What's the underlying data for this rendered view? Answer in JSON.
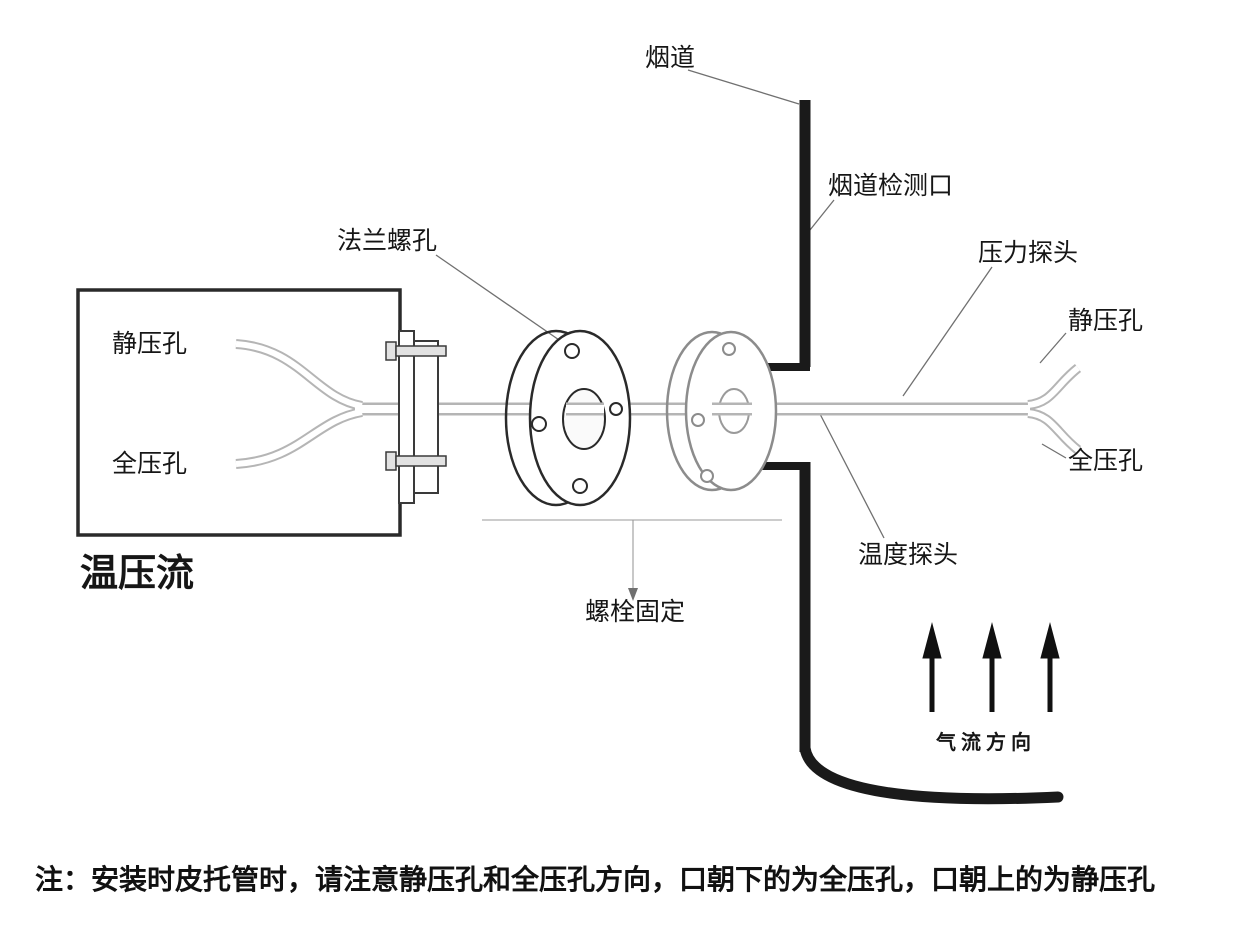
{
  "diagram": {
    "callouts": {
      "flue": "烟道",
      "flue_port": "烟道检测口",
      "flange_screw_holes": "法兰螺孔",
      "pressure_probe": "压力探头",
      "static_pressure_hole_right": "静压孔",
      "total_pressure_hole_right": "全压孔",
      "static_pressure_hole_left": "静压孔",
      "total_pressure_hole_left": "全压孔",
      "temperature_probe": "温度探头",
      "bolt_fixing": "螺栓固定",
      "device_label": "温压流",
      "airflow_direction": "气流方向"
    },
    "note": "注：安装时皮托管时，请注意静压孔和全压孔方向，口朝下的为全压孔，口朝上的为静压孔",
    "colors": {
      "duct_wall": "#1a1a1a",
      "dark_outline": "#2a2a2a",
      "gray_flange": "#8c8c8c",
      "tube": "#b5b5b5",
      "leader_line": "#707070",
      "background": "#ffffff"
    }
  }
}
